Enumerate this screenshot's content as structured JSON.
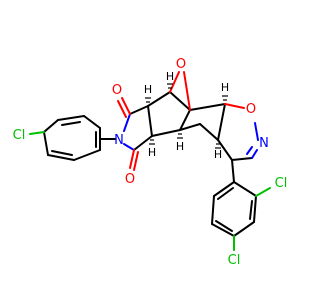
{
  "molecule": {
    "colors": {
      "bond": "#000000",
      "oxygen": "#ff0000",
      "nitrogen": "#0000ff",
      "chlorine": "#00c000"
    },
    "atom_labels": {
      "carbonyl_o_top": "O",
      "carbonyl_o_bottom": "O",
      "bridge_o": "O",
      "ring_o": "O",
      "imide_n": "N",
      "ring_n": "N",
      "cl_left": "Cl",
      "cl_ortho": "Cl",
      "cl_para": "Cl"
    },
    "stereo_h_labels": [
      "H",
      "H",
      "H",
      "H",
      "H",
      "H"
    ]
  }
}
